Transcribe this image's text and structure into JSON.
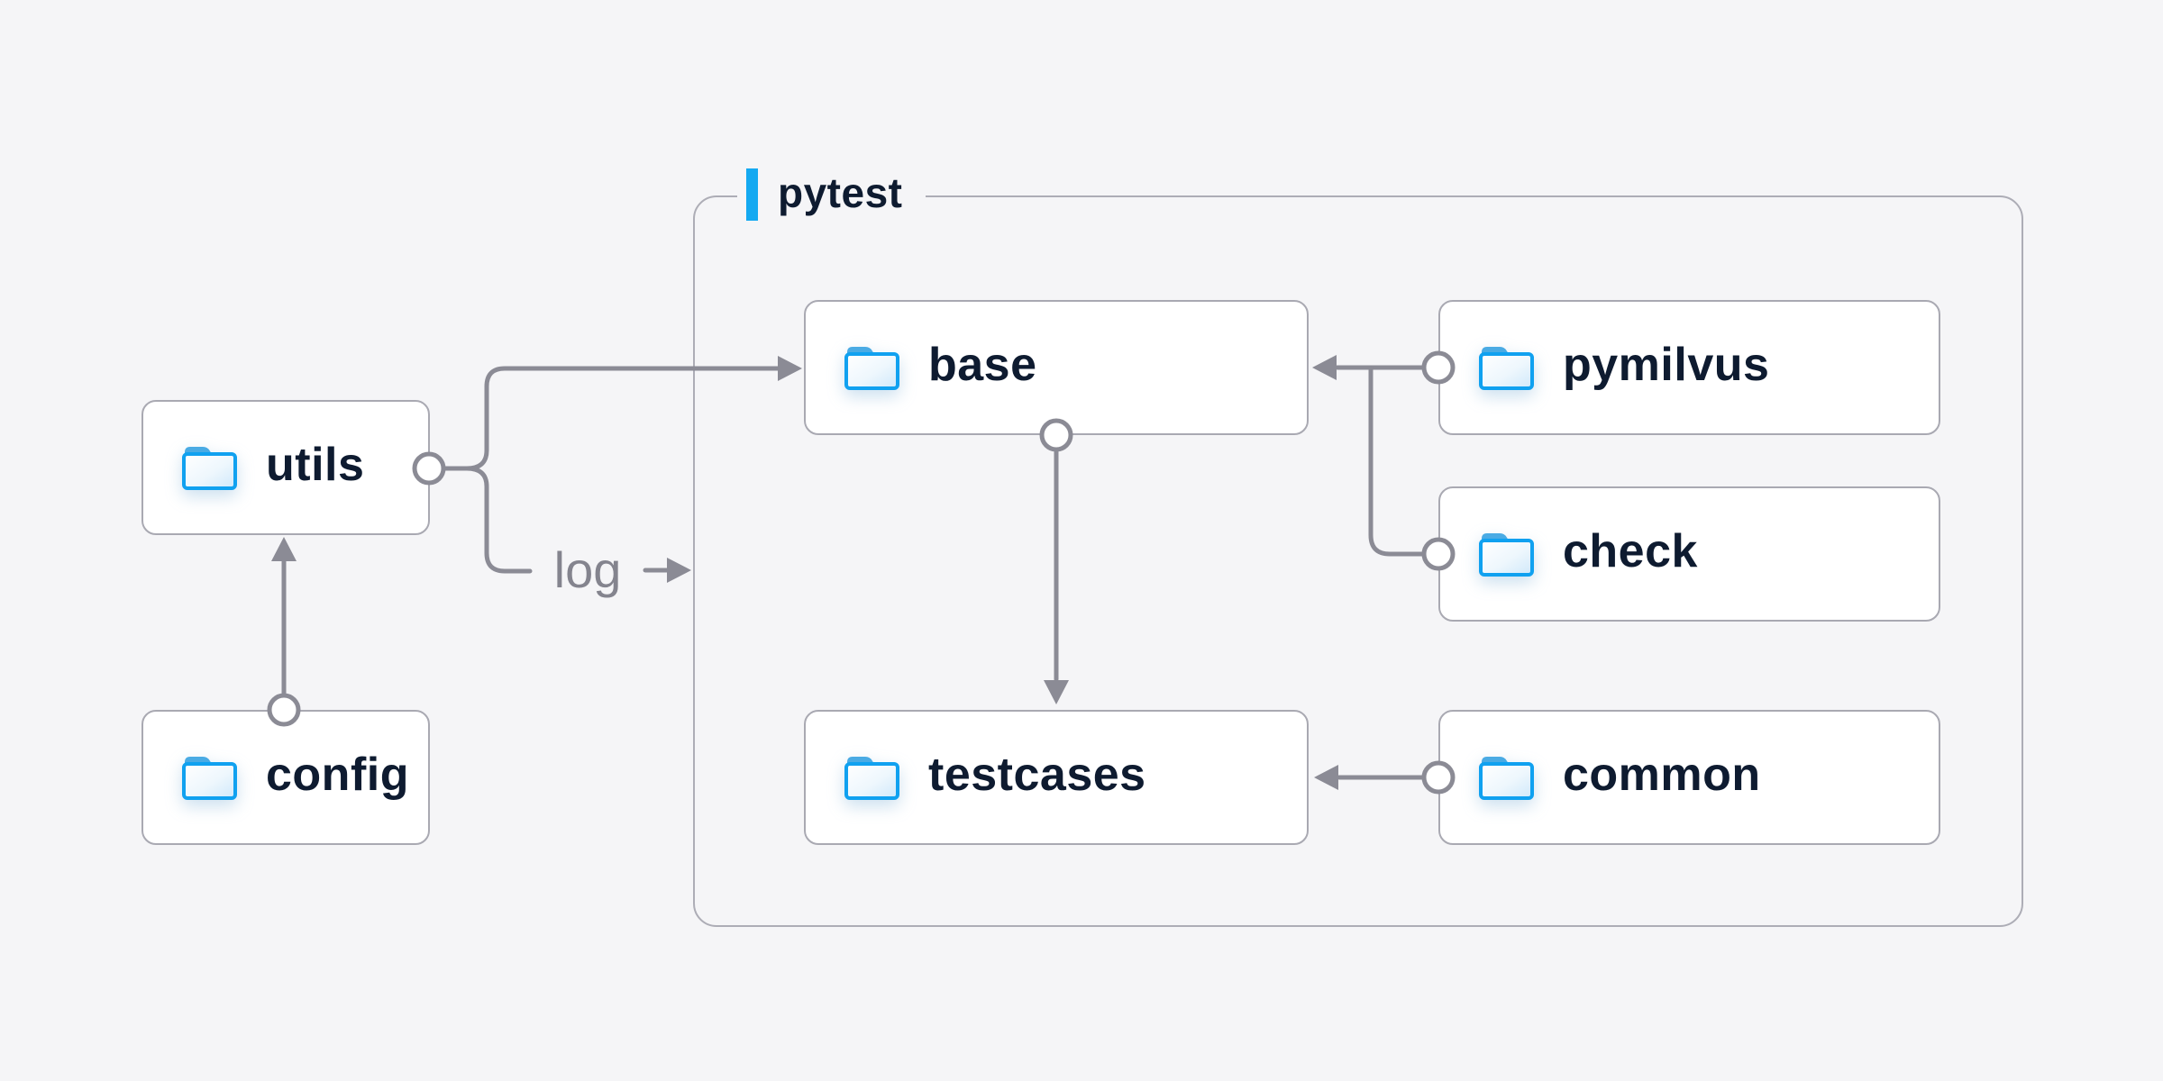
{
  "container_label": "pytest",
  "edge_label": "log",
  "nodes": {
    "utils": {
      "label": "utils"
    },
    "config": {
      "label": "config"
    },
    "base": {
      "label": "base"
    },
    "pymilvus": {
      "label": "pymilvus"
    },
    "check": {
      "label": "check"
    },
    "testcases": {
      "label": "testcases"
    },
    "common": {
      "label": "common"
    }
  },
  "edges": [
    {
      "from": "utils",
      "to": "base"
    },
    {
      "from": "utils",
      "to": "log-out",
      "label": "log"
    },
    {
      "from": "config",
      "to": "utils"
    },
    {
      "from": "base",
      "to": "testcases"
    },
    {
      "from": "pymilvus",
      "to": "base"
    },
    {
      "from": "check",
      "to": "base"
    },
    {
      "from": "common",
      "to": "testcases"
    }
  ],
  "icons": {
    "node_icon": "folder-icon"
  },
  "colors": {
    "background": "#f5f5f7",
    "accent_blue": "#14a9f1",
    "node_fill": "#ffffff",
    "node_border": "#a9a9b2",
    "container_border": "#adadb6",
    "connector_gray": "#8b8b95",
    "text_navy": "#0e1b30",
    "edge_label_gray": "#84848e",
    "folder_stroke": "#10a1f0",
    "folder_tab": "#4aabe4"
  }
}
